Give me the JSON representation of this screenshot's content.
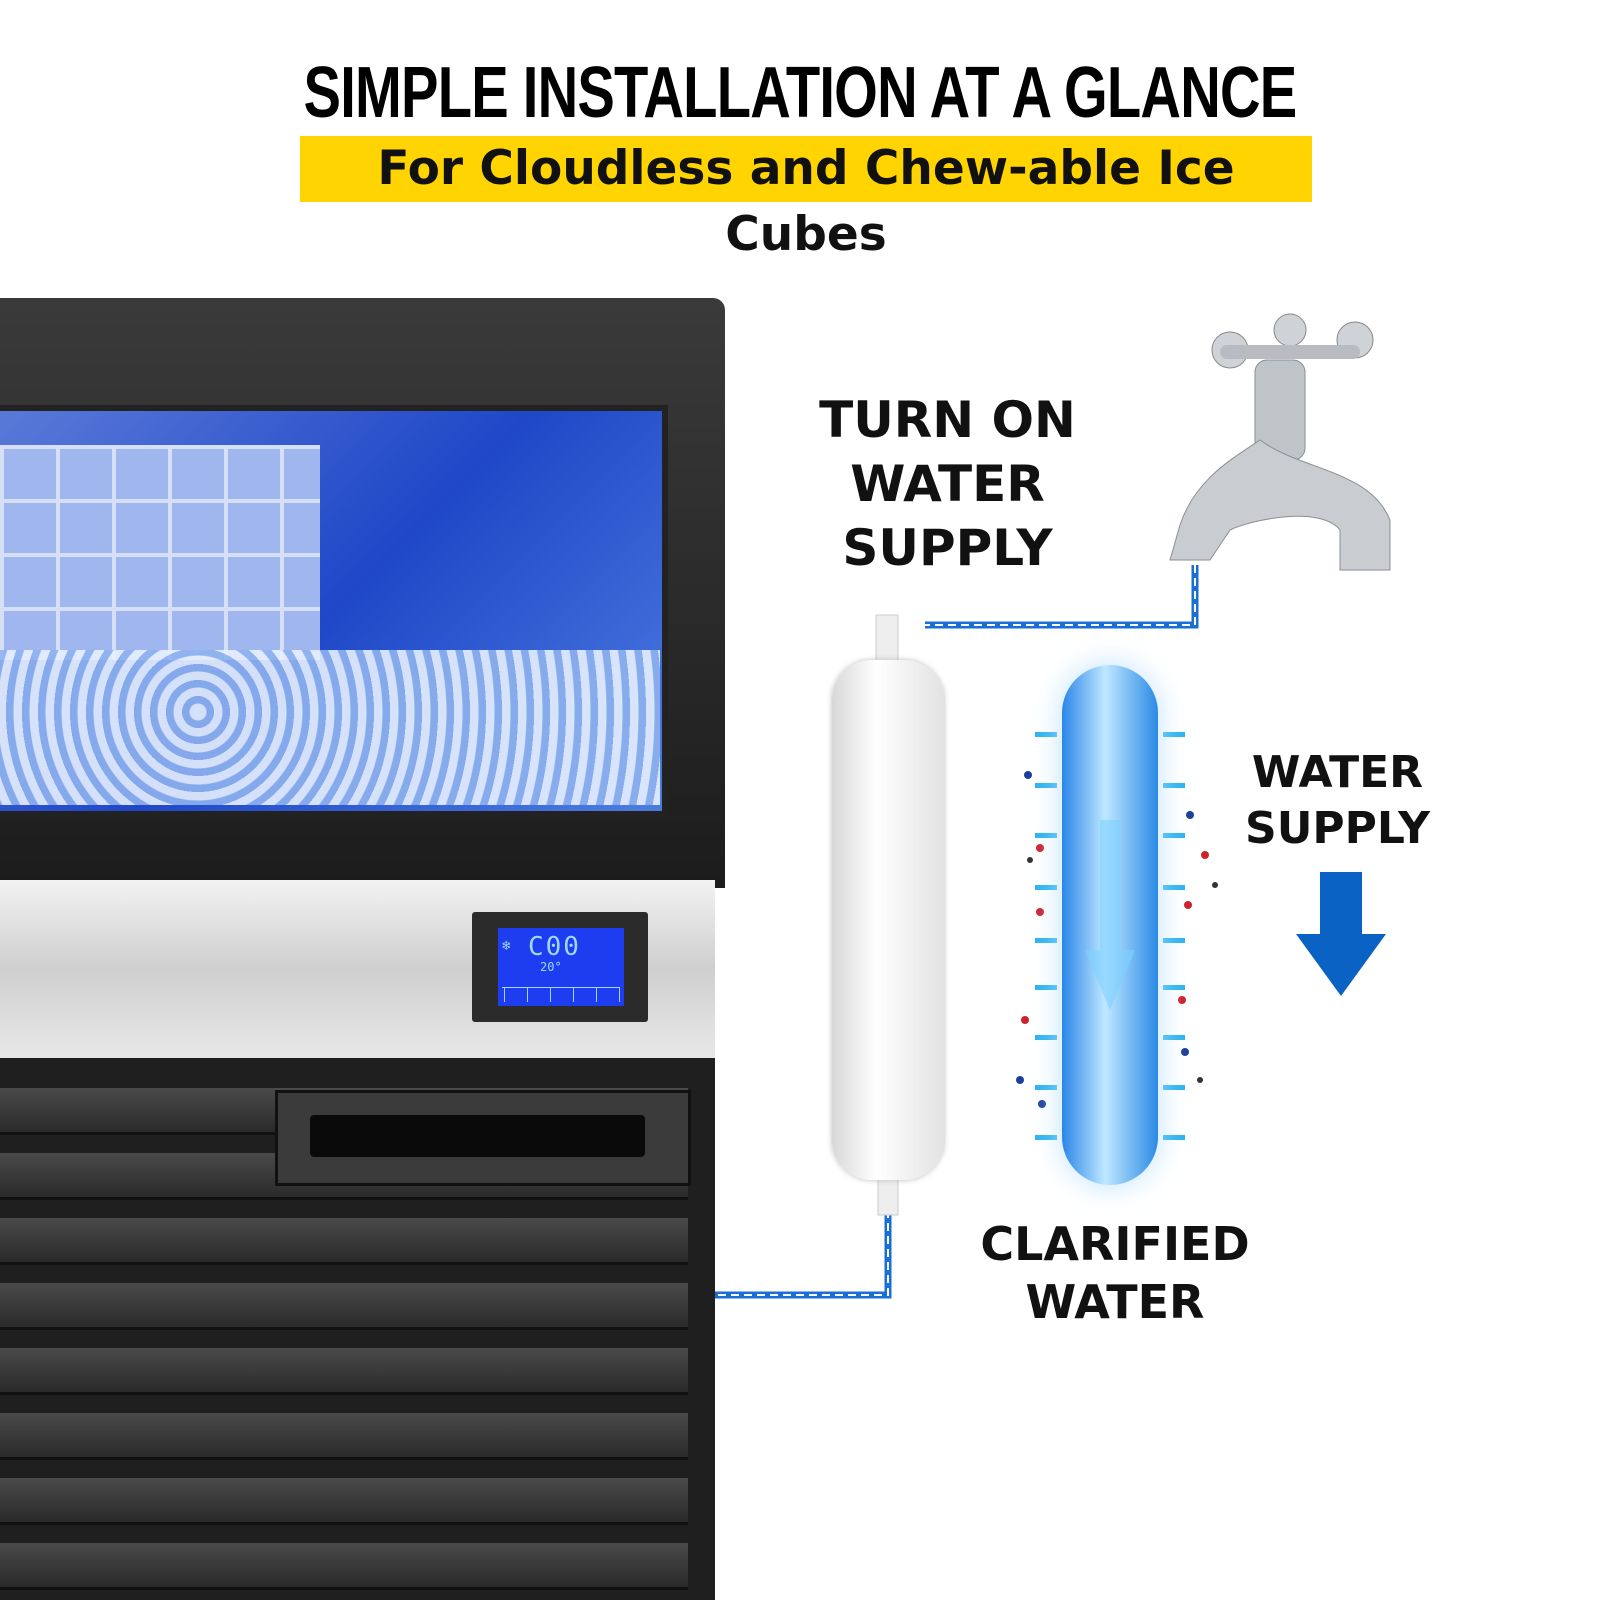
{
  "header": {
    "title": "SIMPLE INSTALLATION AT A GLANCE",
    "subtitle": "For Cloudless and Chew-able Ice Cubes",
    "highlight_color": "#ffd400"
  },
  "labels": {
    "turn_on_1": "TURN ON",
    "turn_on_2": "WATER SUPPLY",
    "water_supply_1": "WATER",
    "water_supply_2": "SUPPLY",
    "clarified_1": "CLARIFIED",
    "clarified_2": "WATER"
  },
  "display": {
    "code": "C00",
    "temperature": "20°"
  },
  "colors": {
    "pipe": "#1a6fd6",
    "arrow": "#0a62c4",
    "screen": "#1e3cf0"
  },
  "icons": [
    "snowflake-icon",
    "water-drop-icon",
    "faucet-icon",
    "down-arrow-icon"
  ]
}
